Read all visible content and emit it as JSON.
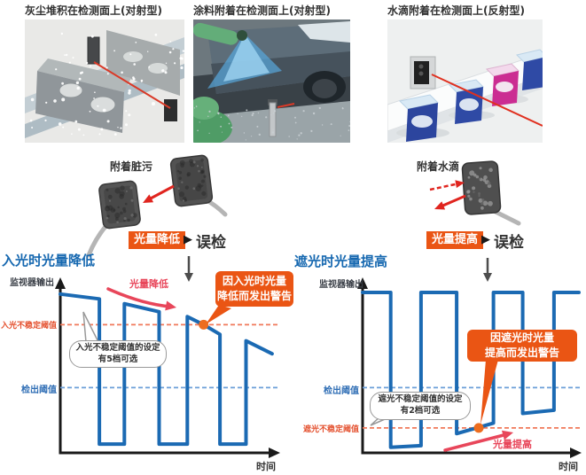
{
  "captions": [
    {
      "text": "灰尘堆积在检测面上(对射型)"
    },
    {
      "text": "涂料附着在检测面上(对射型)"
    },
    {
      "text": "水滴附着在检测面上(反射型)"
    }
  ],
  "middle": {
    "left": {
      "label": "附着脏污",
      "badge": "光量降低",
      "pointer_glyph": "▶",
      "result": "误检"
    },
    "right": {
      "label": "附着水滴",
      "badge": "光量提高",
      "pointer_glyph": "▶",
      "result": "误检"
    }
  },
  "colors": {
    "accent_orange": "#ea5514",
    "wave_blue": "#1b6ab3",
    "title_blue": "#1668b0",
    "trend_red": "#e8465a",
    "threshold_red_line": "#f0795a",
    "threshold_red_label": "#e4502e",
    "threshold_blue_line": "#6b9fd8",
    "threshold_blue_label": "#2f6eb5",
    "marker_orange": "#ed6d1f",
    "beam_red": "#d93a28"
  },
  "chart_data": [
    {
      "type": "line",
      "title": "入光时光量降低",
      "ylabel": "监视器输出",
      "xlabel": "时间",
      "x_range": [
        0,
        100
      ],
      "y_range": [
        0,
        108
      ],
      "grid": false,
      "legend": "none",
      "series": [
        {
          "name": "监视器输出",
          "color": "#1b6ab3",
          "points": [
            [
              0,
              99
            ],
            [
              18,
              96
            ],
            [
              18,
              6
            ],
            [
              29.5,
              6
            ],
            [
              29.5,
              93
            ],
            [
              45.5,
              88
            ],
            [
              45.5,
              6
            ],
            [
              58.5,
              6
            ],
            [
              58.5,
              85
            ],
            [
              66,
              80
            ],
            [
              73.5,
              74
            ],
            [
              73.5,
              6
            ],
            [
              85.5,
              6
            ],
            [
              85.5,
              70
            ],
            [
              97.5,
              62
            ]
          ]
        }
      ],
      "thresholds": [
        {
          "label": "入光不稳定阈值",
          "value": 80,
          "line_color": "#f0795a",
          "style": "dashed"
        },
        {
          "label": "检出阈值",
          "value": 41,
          "line_color": "#6b9fd8",
          "style": "dashed"
        }
      ],
      "marker": {
        "x": 66,
        "y": 80,
        "color": "#ed6d1f"
      },
      "trend": {
        "label": "光量降低",
        "direction": "down"
      },
      "warning": {
        "lines": [
          "因入光时光量",
          "降低而发出警告"
        ]
      },
      "setting": {
        "lines": [
          "入光不稳定阈值的设定",
          "有5档可选"
        ]
      }
    },
    {
      "type": "line",
      "title": "遮光时光量提高",
      "ylabel": "监视器输出",
      "xlabel": "时间",
      "x_range": [
        0,
        100
      ],
      "y_range": [
        0,
        108
      ],
      "grid": false,
      "legend": "none",
      "series": [
        {
          "name": "监视器输出",
          "color": "#1b6ab3",
          "points": [
            [
              0,
              100
            ],
            [
              13,
              100
            ],
            [
              13,
              4
            ],
            [
              27,
              5
            ],
            [
              27,
              100
            ],
            [
              43.5,
              100
            ],
            [
              43.5,
              12.5
            ],
            [
              60.5,
              19
            ],
            [
              60.5,
              100
            ],
            [
              74,
              100
            ],
            [
              74,
              25
            ],
            [
              88.5,
              27
            ],
            [
              88.5,
              100
            ],
            [
              100,
              100
            ]
          ]
        }
      ],
      "thresholds": [
        {
          "label": "检出阈值",
          "value": 41,
          "line_color": "#6b9fd8",
          "style": "dashed"
        },
        {
          "label": "遮光不稳定阈值",
          "value": 16,
          "line_color": "#f0795a",
          "style": "dashed"
        }
      ],
      "marker": {
        "x": 53.7,
        "y": 16,
        "color": "#ed6d1f"
      },
      "trend": {
        "label": "光量提高",
        "direction": "up"
      },
      "warning": {
        "lines": [
          "因遮光时光量",
          "提高而发出警告"
        ]
      },
      "setting": {
        "lines": [
          "遮光不稳定阈值的设定",
          "有2档可选"
        ]
      }
    }
  ]
}
